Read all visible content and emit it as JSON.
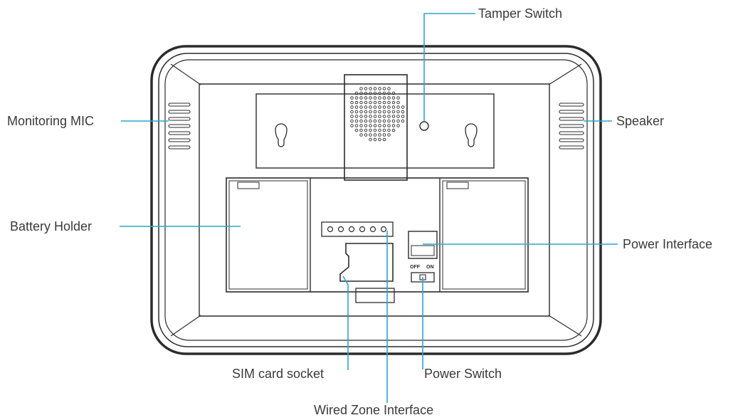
{
  "labels": {
    "tamper_switch": "Tamper Switch",
    "monitoring_mic": "Monitoring MIC",
    "speaker": "Speaker",
    "battery_holder": "Battery Holder",
    "power_interface": "Power Interface",
    "sim_card_socket": "SIM card socket",
    "power_switch": "Power Switch",
    "wired_zone_interface": "Wired Zone Interface",
    "switch_off": "OFF",
    "switch_on": "ON"
  },
  "colors": {
    "leader": "#2aa7c9",
    "outline": "#2b2b2b",
    "text": "#3a3a3a"
  }
}
